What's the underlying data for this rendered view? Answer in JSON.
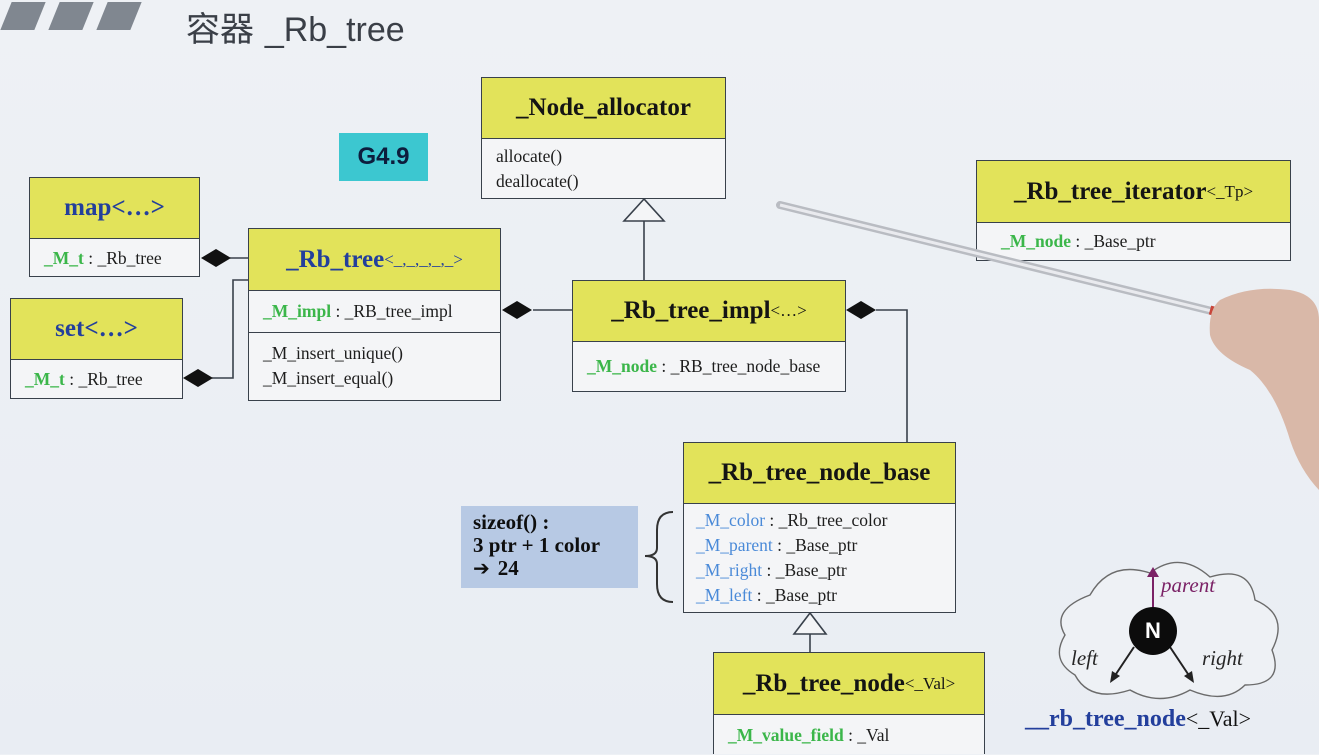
{
  "header": {
    "title_cjk": "容器",
    "title_name": "_Rb_tree"
  },
  "version_badge": "G4.9",
  "classes": {
    "node_allocator": {
      "name": "_Node_allocator",
      "methods": [
        "allocate()",
        "deallocate()"
      ]
    },
    "map": {
      "name": "map",
      "tmpl": "<…>",
      "field_name": "_M_t",
      "field_type": ": _Rb_tree"
    },
    "set": {
      "name": "set",
      "tmpl": "<…>",
      "field_name": "_M_t",
      "field_type": ": _Rb_tree"
    },
    "rb_tree": {
      "name": "_Rb_tree",
      "tmpl": "<_,_,_,_,_>",
      "field_name": "_M_impl",
      "field_type": ": _RB_tree_impl",
      "methods": [
        "_M_insert_unique()",
        "_M_insert_equal()"
      ]
    },
    "rb_tree_impl": {
      "name": "_Rb_tree_impl",
      "tmpl": "<…>",
      "field_name": "_M_node",
      "field_type": ": _RB_tree_node_base"
    },
    "rb_tree_iterator": {
      "name": "_Rb_tree_iterator",
      "tmpl": "<_Tp>",
      "field_name": "_M_node",
      "field_type": ": _Base_ptr"
    },
    "rb_tree_node_base": {
      "name": "_Rb_tree_node_base",
      "fields": [
        {
          "name": "_M_color",
          "type": ": _Rb_tree_color"
        },
        {
          "name": "_M_parent",
          "type": ": _Base_ptr"
        },
        {
          "name": "_M_right",
          "type": ": _Base_ptr"
        },
        {
          "name": "_M_left",
          "type": ": _Base_ptr"
        }
      ]
    },
    "rb_tree_node": {
      "name": "_Rb_tree_node",
      "tmpl": "<_Val>",
      "field_name": "_M_value_field",
      "field_type": ": _Val"
    }
  },
  "sizeof_note": {
    "line1": "sizeof() :",
    "line2": "3 ptr + 1 color",
    "arrow": "➔",
    "line3": "24"
  },
  "node_figure": {
    "node_letter": "N",
    "parent": "parent",
    "left": "left",
    "right": "right",
    "caption_name": "__rb_tree_node",
    "caption_tmpl": "<_Val>"
  },
  "colors": {
    "header_fill": "#e2e35a",
    "badge": "#3cc7d0",
    "note_fill": "#b7c9e4",
    "field_green": "#3bb64a",
    "field_blue": "#4a8ad8",
    "class_blue": "#233f9c"
  }
}
